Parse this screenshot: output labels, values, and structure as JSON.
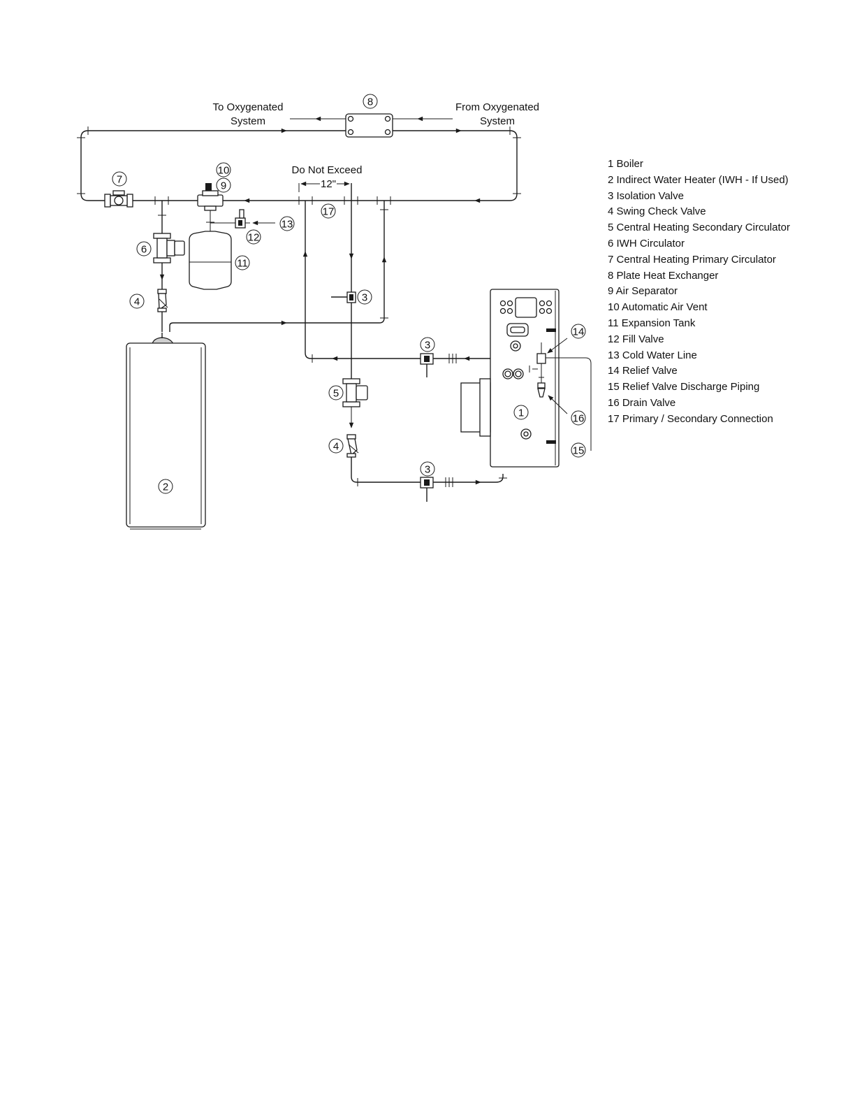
{
  "labels": {
    "to_oxygenated_line1": "To Oxygenated",
    "to_oxygenated_line2": "System",
    "from_oxygenated_line1": "From Oxygenated",
    "from_oxygenated_line2": "System",
    "do_not_exceed": "Do Not Exceed",
    "dimension": "12\""
  },
  "callouts": [
    "1",
    "2",
    "3",
    "3",
    "3",
    "4",
    "4",
    "5",
    "6",
    "7",
    "8",
    "9",
    "10",
    "11",
    "12",
    "13",
    "14",
    "15",
    "16",
    "17"
  ],
  "legend": [
    "1 Boiler",
    "2 Indirect Water Heater (IWH - If Used)",
    "3 Isolation Valve",
    "4 Swing Check Valve",
    "5 Central Heating Secondary Circulator",
    "6 IWH Circulator",
    "7 Central Heating Primary Circulator",
    "8 Plate Heat Exchanger",
    "9 Air Separator",
    "10 Automatic Air Vent",
    "11 Expansion Tank",
    "12 Fill Valve",
    "13 Cold Water Line",
    "14 Relief Valve",
    "15 Relief Valve Discharge Piping",
    "16 Drain Valve",
    "17 Primary / Secondary Connection"
  ]
}
